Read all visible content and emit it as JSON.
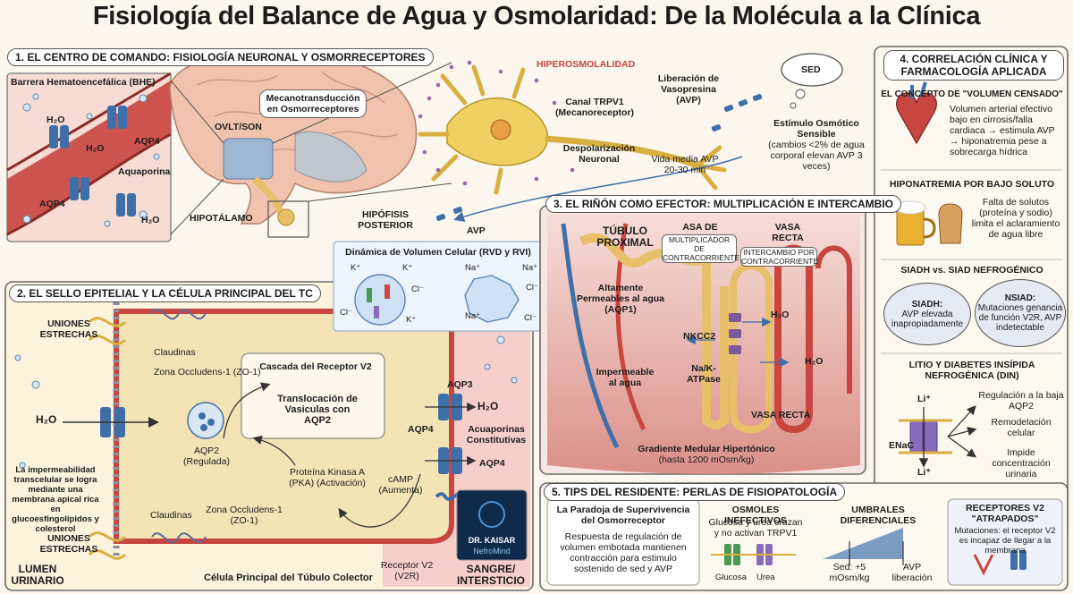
{
  "title": "Fisiología del Balance de Agua y Osmolaridad: De la Molécula a la Clínica",
  "s1": {
    "header": "1. EL CENTRO DE COMANDO: FISIOLOGÍA NEURONAL Y OSMORRECEPTORES",
    "bhe": "Barrera Hematoencefálica (BHE)",
    "h2o": "H₂O",
    "aqp4": "AQP4",
    "aquaporina": "Aquaporina",
    "mecano": "Mecanotransducción en Osmorreceptores",
    "ovlt": "OVLT/SON",
    "hipotalamo": "HIPOTÁLAMO",
    "hipofisis": "HIPÓFISIS POSTERIOR",
    "hiperos": "HIPEROSMOLALIDAD",
    "trpv1": "Canal TRPV1 (Mecanoreceptor)",
    "liberacion": "Liberación de Vasopresina (AVP)",
    "sed": "SED",
    "despol": "Despolarización Neuronal",
    "vida": "Vida media AVP 20-30 min",
    "estimulo": "Estímulo Osmótico Sensible",
    "estimulo2": "(cambios <2% de agua corporal elevan AVP 3 veces)",
    "avp": "AVP"
  },
  "rvd": {
    "title": "Dinámica de Volumen Celular (RVD y RVI)",
    "k": "K⁺",
    "cl": "Cl⁻",
    "na": "Na⁺"
  },
  "s2": {
    "header": "2. EL SELLO EPITELIAL Y LA CÉLULA PRINCIPAL DEL TC",
    "uniones": "UNIONES ESTRECHAS",
    "claudinas": "Claudinas",
    "zo1": "Zona Occludens-1 (ZO-1)",
    "cascada": "Cascada del Receptor V2",
    "translocacion": "Translocación de Vasiculas con AQP2",
    "h2o": "H₂O",
    "aqp2": "AQP2 (Regulada)",
    "pka": "Proteína Kinasa A (PKA) (Activación)",
    "camp": "cAMP (Aumenta)",
    "aqp3": "AQP3",
    "aqp4": "AQP4",
    "acuaporinas": "Acuaporinas Constitutivas",
    "imperm": "La impermeabilidad transcelular se logra mediante una membrana apical rica en glucoesfingolípidos y colesterol",
    "lumen": "LUMEN URINARIO",
    "celula": "Célula Principal del Túbulo Colector",
    "receptor": "Receptor V2 (V2R)",
    "sangre": "SANGRE/ INTERSTICIO",
    "logo1": "DR. KAISAR",
    "logo2": "NefroMind"
  },
  "s3": {
    "header": "3. EL RIÑÓN COMO EFECTOR: MULTIPLICACIÓN E INTERCAMBIO",
    "tubulo": "TÚBULO PROXIMAL",
    "asa": "ASA DE HENLE",
    "multiplicador": "MULTIPLICADOR DE CONTRACORRIENTE",
    "vasa": "VASA RECTA",
    "intercambio": "INTERCAMBIO POR CONTRACORRIENTE",
    "altamente": "Altamente Permeables al agua (AQP1)",
    "impermeable": "Impermeable al agua",
    "nkcc2": "NKCC2",
    "nak": "Na/K-ATPase",
    "h2o": "H₂O",
    "vasarecta": "VASA RECTA",
    "gradiente": "Gradiente Medular Hipertónico",
    "gradiente2": "(hasta 1200 mOsm/kg)"
  },
  "s4": {
    "header": "4. CORRELACIÓN CLÍNICA Y FARMACOLOGÍA APLICADA",
    "vol_title": "EL CONCEPTO DE \"VOLUMEN CENSADO\"",
    "vol_text": "Volumen arterial efectivo bajo en cirrosis/falla cardiaca → estimula AVP → hiponatremia pese a sobrecarga hídrica",
    "hipo_title": "HIPONATREMIA POR BAJO SOLUTO",
    "hipo_text": "Falta de solutos (proteína y sodio) limita el aclaramiento de agua libre",
    "siadh_title": "SIADH vs. SIAD NEFROGÉNICO",
    "siadh_name": "SIADH:",
    "siadh_text": "AVP elevada inapropiadamente",
    "nsiad_name": "NSIAD:",
    "nsiad_text": "Mutaciones genancia de función V2R, AVP indetectable",
    "litio_title": "LITIO Y DIABETES INSÍPIDA NEFROGÉNICA (DIN)",
    "li": "Li⁺",
    "enac": "ENaC",
    "reg": "Regulación a la baja AQP2",
    "remod": "Remodelación celular",
    "impide": "Impide concentración urinaria"
  },
  "s5": {
    "header": "5. TIPS DEL RESIDENTE: PERLAS DE FISIOPATOLOGÍA",
    "paradoja_title": "La Paradoja de Supervivencia del Osmorreceptor",
    "paradoja_text": "Respuesta de regulación de volumen embotada mantienen contracción para estimulo sostenido de sed y AVP",
    "osmoles_title": "OSMOLES INEFECTIVOS",
    "osmoles_text": "Glucosa y urea cruzan y no activan TRPV1",
    "glucosa": "Glucosa",
    "urea": "Urea",
    "umbrales_title": "UMBRALES DIFERENCIALES",
    "sed": "Sed: +5 mOsm/kg",
    "avp": "AVP liberación",
    "receptores_title": "RECEPTORES V2 \"ATRAPADOS\"",
    "receptores_text": "Mutaciones: el receptor V2 es incapaz de llegar a la membrana"
  },
  "colors": {
    "red": "#c9453f",
    "blue": "#3f6fa8",
    "cream": "#f4e3b5",
    "pink": "#f3d2cf"
  }
}
